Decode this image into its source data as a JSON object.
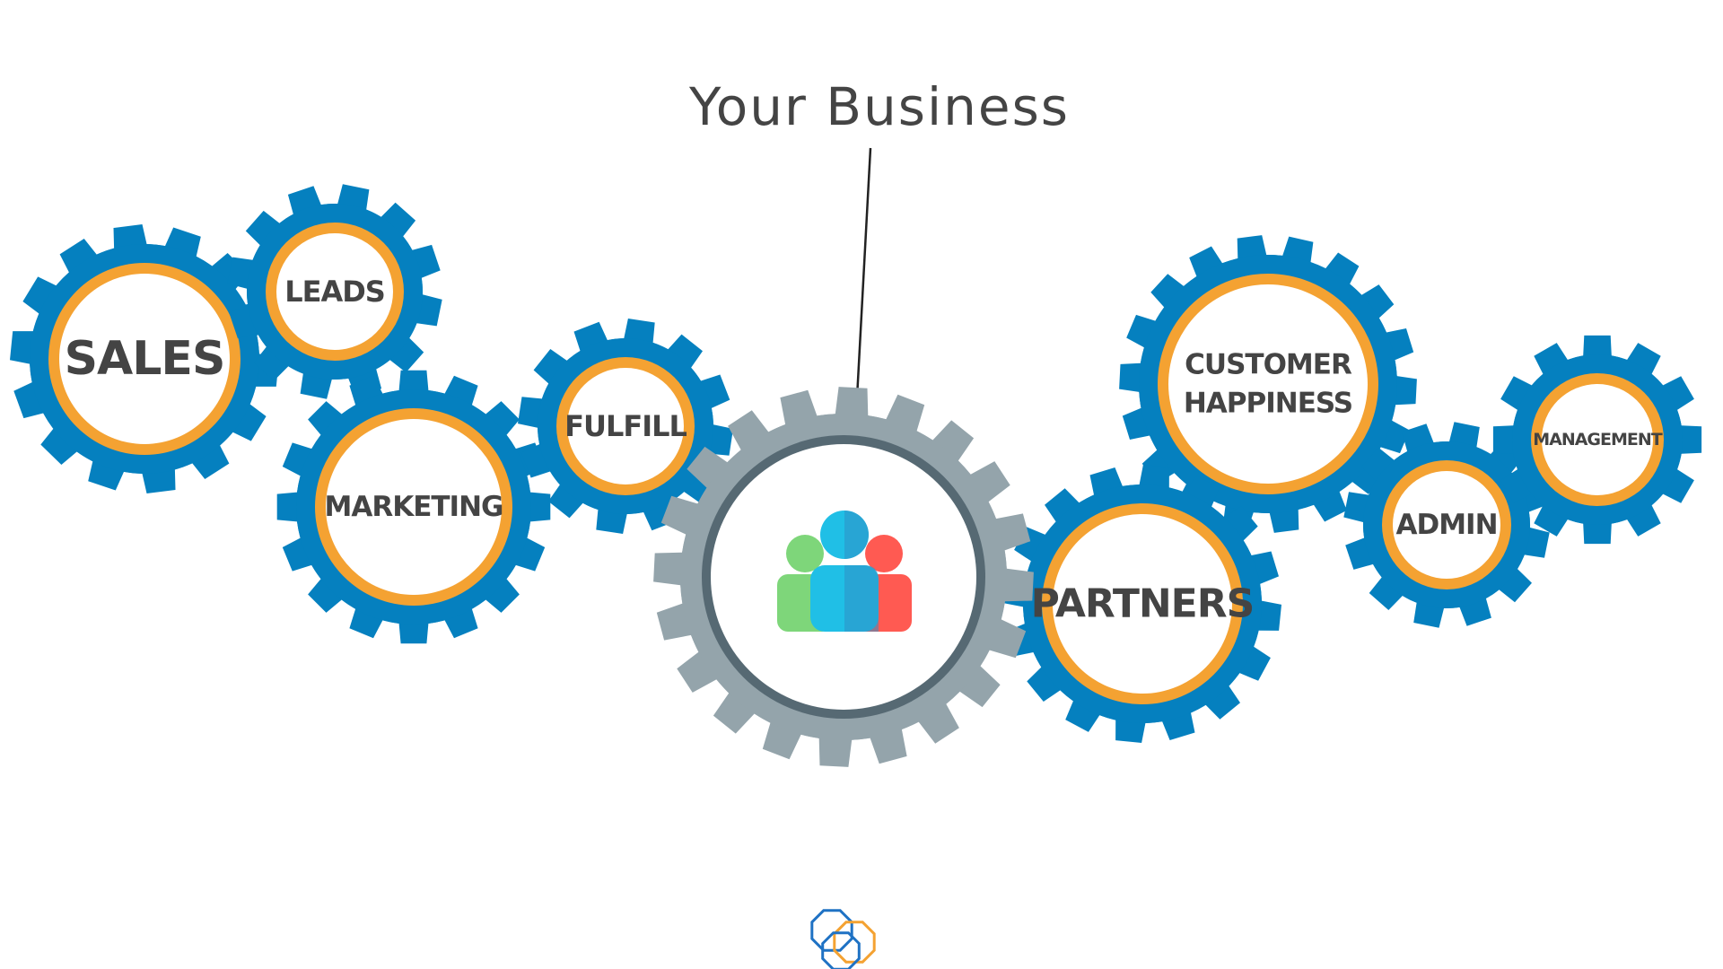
{
  "title": "Your Business",
  "colors": {
    "gear_blue": "#0580bf",
    "ring_orange": "#f4a232",
    "center_gear_gray": "#94a4ab",
    "center_ring_dark": "#566973",
    "label_text": "#444444",
    "title_text": "#444444",
    "people_green": "#7ed67a",
    "people_cyan": "#20bfe6",
    "people_red": "#ff5a52",
    "logo_blue": "#1f72c4",
    "logo_orange": "#f4a232"
  },
  "center_icon": "people-group-icon",
  "footer_logo": "interlocking-hexagons-logo",
  "gears": [
    {
      "id": "sales",
      "label_lines": [
        "SALES"
      ]
    },
    {
      "id": "leads",
      "label_lines": [
        "LEADS"
      ]
    },
    {
      "id": "marketing",
      "label_lines": [
        "MARKETING"
      ]
    },
    {
      "id": "fulfill",
      "label_lines": [
        "FULFILL"
      ]
    },
    {
      "id": "customer-happiness",
      "label_lines": [
        "CUSTOMER",
        "HAPPINESS"
      ]
    },
    {
      "id": "partners",
      "label_lines": [
        "PARTNERS"
      ]
    },
    {
      "id": "admin",
      "label_lines": [
        "ADMIN"
      ]
    },
    {
      "id": "management",
      "label_lines": [
        "MANAGEMENT"
      ]
    }
  ]
}
